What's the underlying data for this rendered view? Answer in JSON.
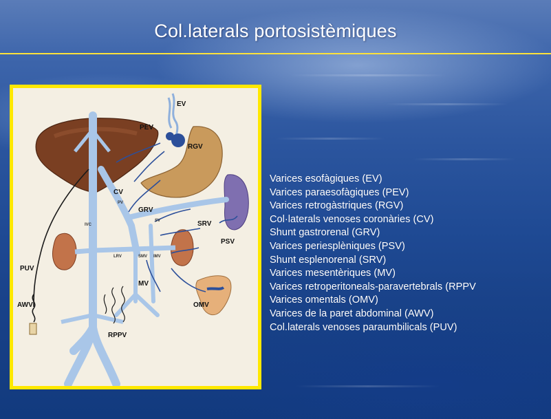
{
  "slide": {
    "title": "Col.laterals portosistèmiques",
    "diagram_labels": {
      "ev": "EV",
      "pev": "PEV",
      "rgv": "RGV",
      "cv": "CV",
      "grv": "GRV",
      "srv": "SRV",
      "psv": "PSV",
      "puv": "PUV",
      "awv": "AWV",
      "mv": "MV",
      "omv": "OMV",
      "rppv": "RPPV",
      "ivc": "IVC",
      "pv": "PV",
      "sv": "SV",
      "smv": "SMV",
      "imv": "IMV",
      "lrv": "LRV"
    },
    "legend_items": [
      "Varices esofàgiques (EV)",
      "Varices paraesofàgiques (PEV)",
      "Varices retrogàstriques (RGV)",
      "Col·laterals venoses coronàries (CV)",
      "Shunt gastrorenal (GRV)",
      "Varices periesplèniques (PSV)",
      "Shunt esplenorenal (SRV)",
      "Varices mesentèriques (MV)",
      "Varices retroperitoneals-paravertebrals (RPPV",
      "Varices omentals (OMV)",
      "Varices de la paret abdominal (AWV)",
      "Col.laterals venoses paraumbilicals (PUV)"
    ],
    "colors": {
      "title_rule": "#ffe23a",
      "frame_border": "#ffe800",
      "vein_blue": "#a9c6e8",
      "varix_blue": "#2c4f9a",
      "liver": "#7a3f22",
      "stomach": "#c99a5c",
      "spleen": "#7f6fb0",
      "kidney": "#c2734a"
    }
  }
}
